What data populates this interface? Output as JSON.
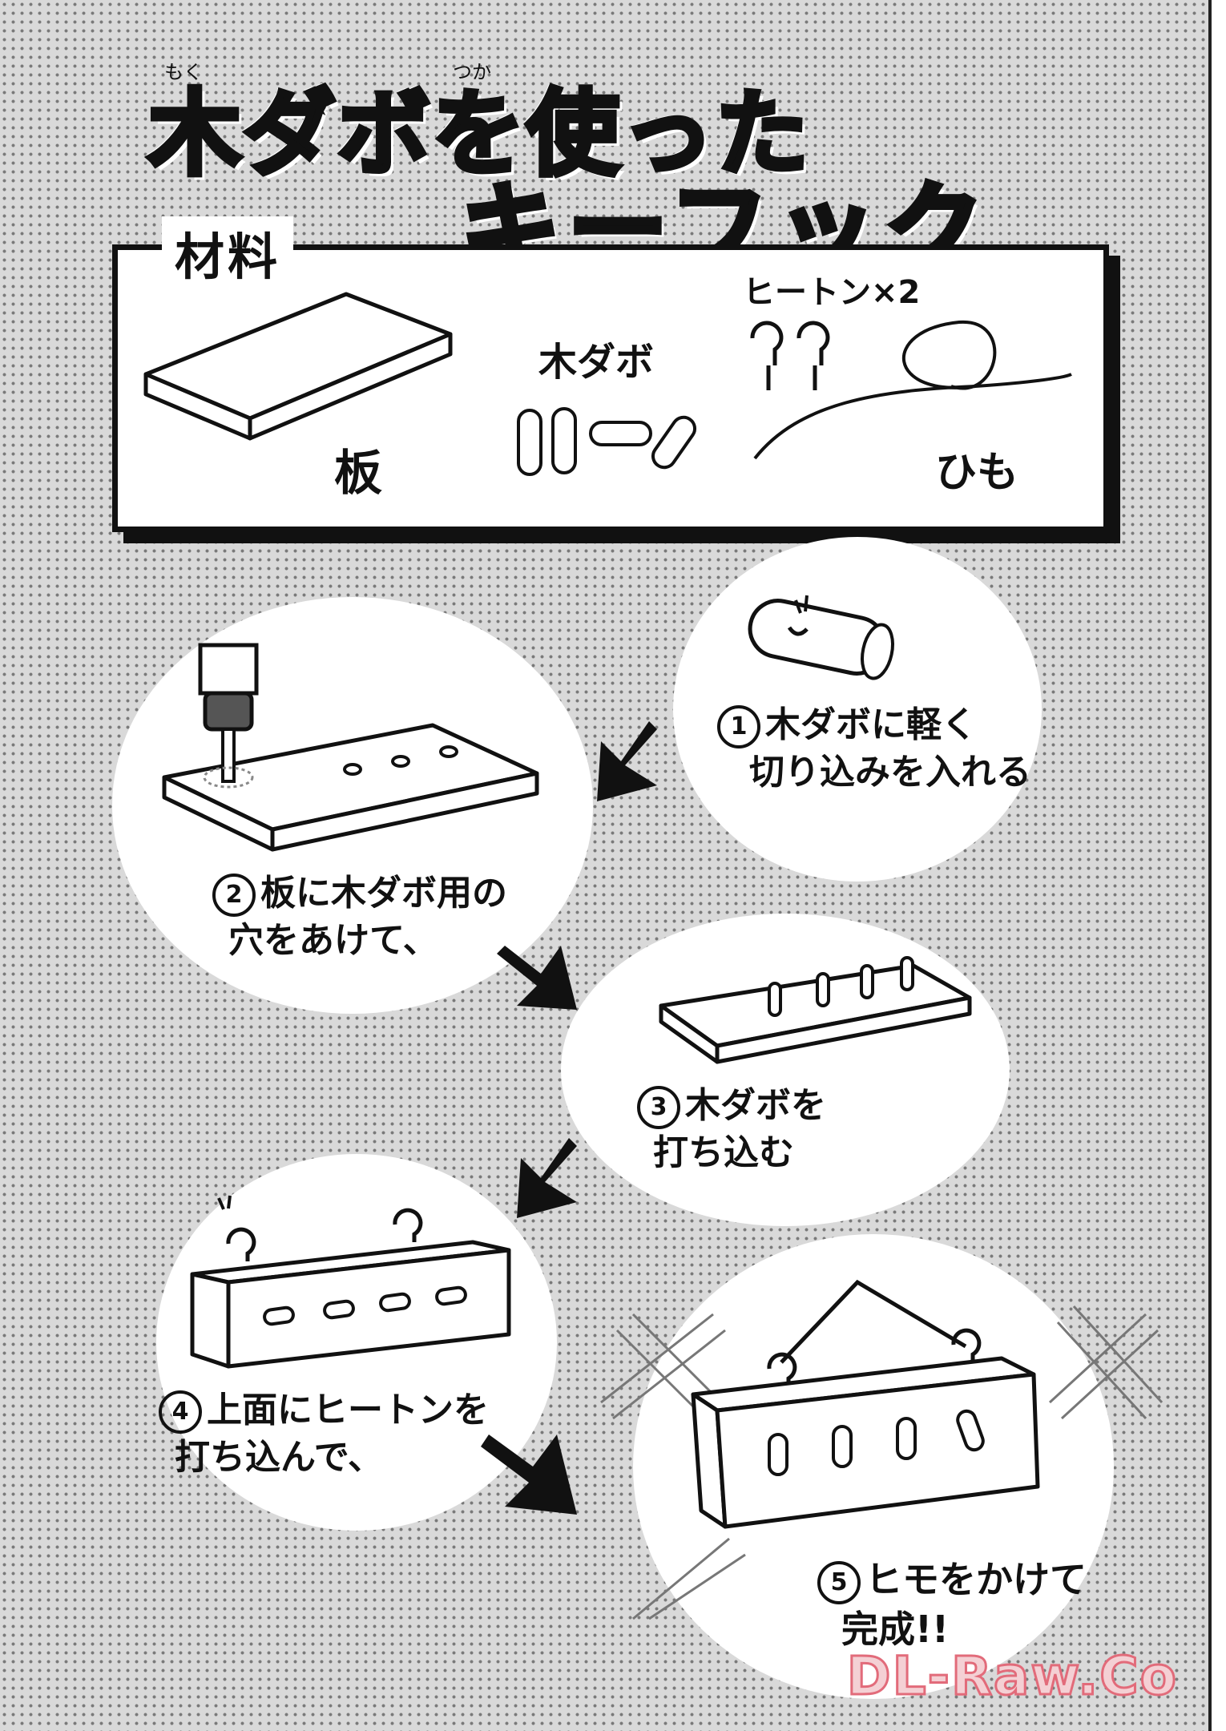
{
  "title": {
    "line1": "木ダボを使った",
    "line2": "キーフック",
    "ruby_moku": "もく",
    "ruby_tsuka": "つか"
  },
  "materials": {
    "heading": "材料",
    "board": "板",
    "dowel": "木ダボ",
    "eye_hook": "ヒートン×2",
    "string": "ひも"
  },
  "steps": [
    {
      "num": "1",
      "line1": "木ダボに軽く",
      "line2": "切り込みを入れる"
    },
    {
      "num": "2",
      "line1": "板に木ダボ用の",
      "line2": "穴をあけて、"
    },
    {
      "num": "3",
      "line1": "木ダボを",
      "line2": "打ち込む"
    },
    {
      "num": "4",
      "line1": "上面にヒートンを",
      "line2": "打ち込んで、"
    },
    {
      "num": "5",
      "line1": "ヒモをかけて",
      "line2": "完成!!"
    }
  ],
  "watermark": "DL-Raw.Co"
}
